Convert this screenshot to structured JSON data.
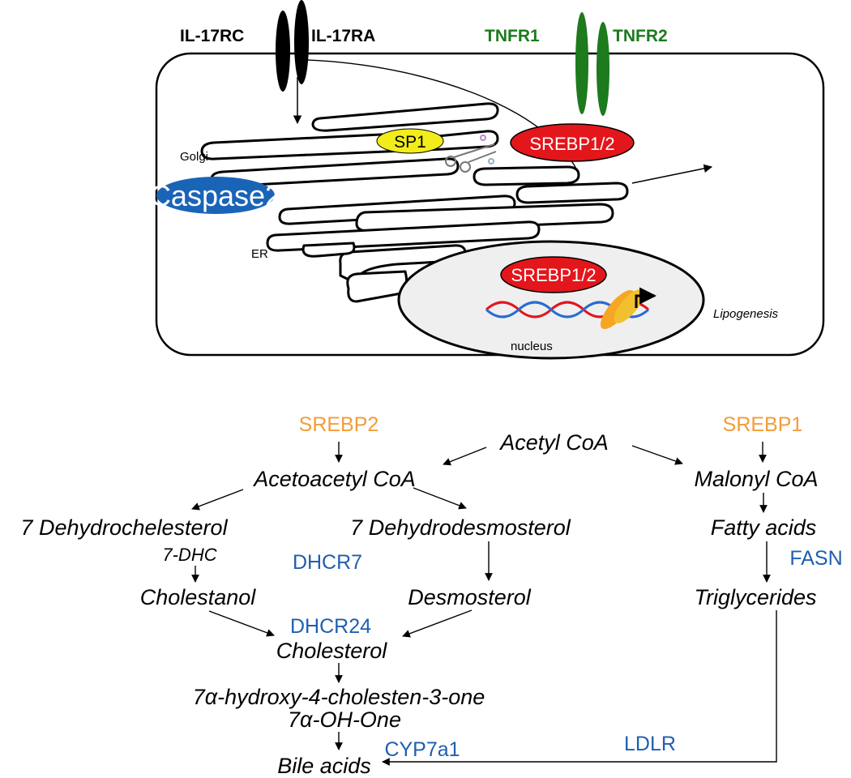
{
  "colors": {
    "orange": "#F39C37",
    "blue": "#1F5FB0",
    "green": "#1D7A1D",
    "red": "#E3161C",
    "yellow": "#F2EC1A",
    "caspase_blue": "#1A64B8",
    "nucleus_fill": "#EFEFEF"
  },
  "cell": {
    "receptors": {
      "il17rc": "IL-17RC",
      "il17ra": "IL-17RA",
      "tnfr1": "TNFR1",
      "tnfr2": "TNFR2"
    },
    "organelles": {
      "golgi": "Golgi",
      "er": "ER",
      "nucleus": "nucleus"
    },
    "proteins": {
      "sp1": "SP1",
      "srebp_cyto": "SREBP1/2",
      "caspase2": "Caspase2",
      "srebp_nuclear": "SREBP1/2"
    },
    "process": "Lipogenesis"
  },
  "pathway": {
    "regulators": {
      "srebp2": "SREBP2",
      "srebp1": "SREBP1"
    },
    "metabolites": {
      "acetyl_coa": "Acetyl CoA",
      "acetoacetyl_coa": "Acetoacetyl CoA",
      "malonyl_coa": "Malonyl CoA",
      "dehydrocholesterol": "7 Dehydrochelesterol",
      "dhc_abbrev": "7-DHC",
      "dehydrodesmosterol": "7 Dehydrodesmosterol",
      "fatty_acids": "Fatty acids",
      "cholestanol": "Cholestanol",
      "desmosterol": "Desmosterol",
      "triglycerides": "Triglycerides",
      "cholesterol": "Cholesterol",
      "hydroxy_prefix": "7",
      "hydroxy_alpha": "α",
      "hydroxy_rest": "-hydroxy-4-cholesten-3-one",
      "oh_one_prefix": "7",
      "oh_one_alpha": "α",
      "oh_one_rest": "-OH-One",
      "bile_acids": "Bile acids"
    },
    "enzymes": {
      "dhcr7": "DHCR7",
      "dhcr24": "DHCR24",
      "fasn": "FASN",
      "cyp7a1": "CYP7a1",
      "ldlr": "LDLR"
    }
  }
}
